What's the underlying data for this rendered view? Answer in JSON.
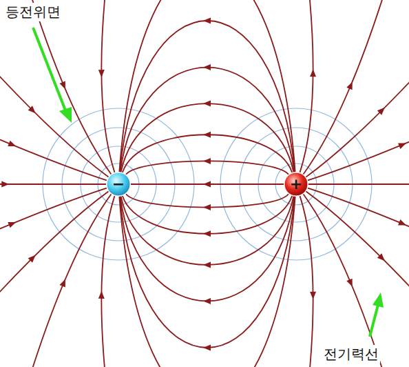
{
  "diagram": {
    "nodes": [
      {
        "text": [
          "−"
        ]
      },
      {
        "text": [
          "+"
        ]
      }
    ],
    "edges": [
      {
        "from": 1,
        "to": 0,
        "arrow": "to"
      },
      {
        "from": 1,
        "to": 0,
        "arrow": "to"
      },
      {
        "from": 1,
        "to": 0,
        "arrow": "to"
      },
      {
        "from": 1,
        "to": 0,
        "arrow": "to"
      },
      {
        "from": 1,
        "to": 0,
        "arrow": "to"
      },
      {
        "from": 1,
        "to": 0,
        "arrow": "to"
      },
      {
        "from": 1,
        "to": 0,
        "arrow": "to"
      },
      {
        "from": 1,
        "to": 0,
        "arrow": "to"
      },
      {
        "from": 1,
        "to": 0,
        "arrow": "to"
      },
      {
        "from": 1,
        "to": 0,
        "arrow": "to"
      },
      {
        "from": 1,
        "to": 0,
        "arrow": "to"
      },
      {
        "from": 1,
        "to": 0,
        "arrow": "to"
      },
      {
        "from": 1,
        "to": 0,
        "arrow": "to"
      }
    ],
    "labels": [
      "등전위면",
      "전기력선"
    ]
  }
}
